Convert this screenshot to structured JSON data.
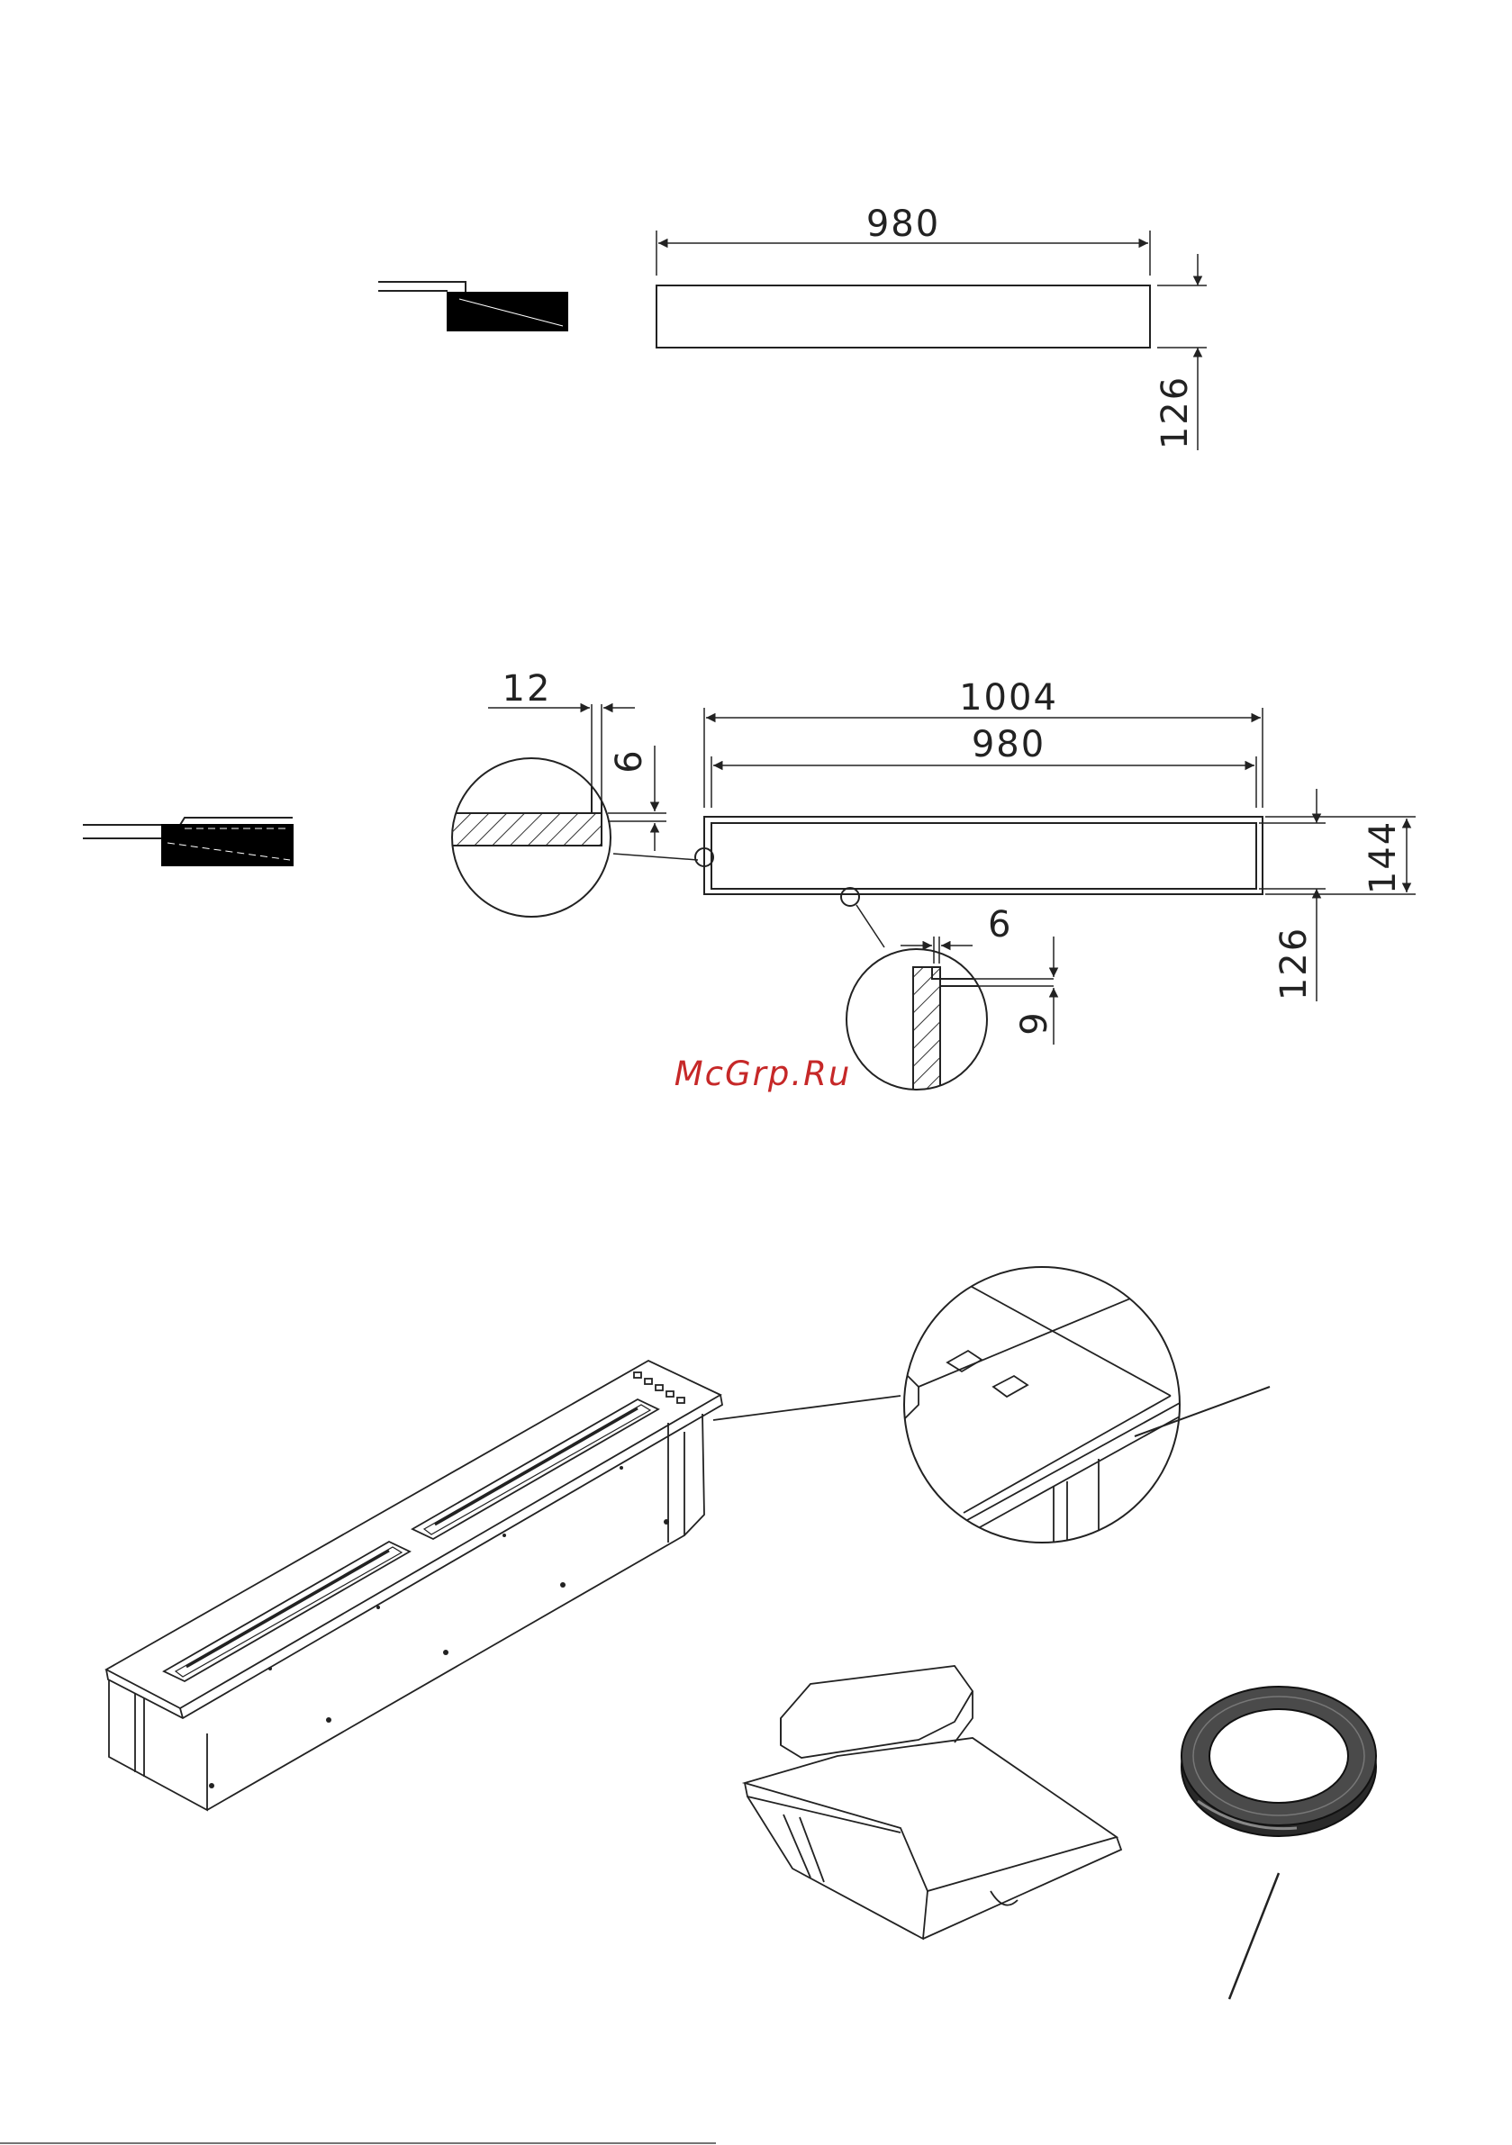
{
  "drawing_1": {
    "width_label": "980",
    "height_label": "126"
  },
  "drawing_2": {
    "outer_width_label": "1004",
    "inner_width_label": "980",
    "outer_height_label": "144",
    "inner_height_label": "126",
    "detail_a_width_label": "12",
    "detail_a_height_label": "6",
    "detail_b_width_label": "6",
    "detail_b_height_label": "9"
  },
  "watermark": "McGrp.Ru",
  "colors": {
    "line": "#222222",
    "hatch": "#333333",
    "watermark": "#c62828"
  }
}
